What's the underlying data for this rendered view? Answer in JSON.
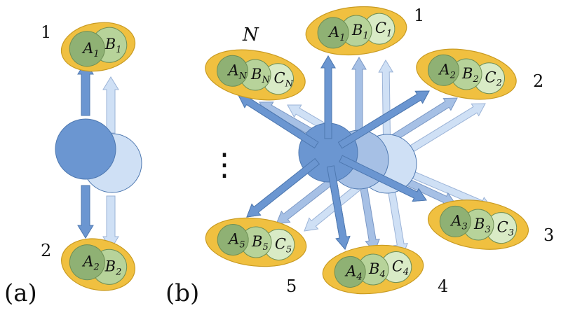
{
  "panels": [
    {
      "label": "(a)"
    },
    {
      "label": "(b)"
    }
  ],
  "panel_a": {
    "groups": [
      {
        "id": "1",
        "label": "1",
        "cells": [
          {
            "letter": "A",
            "sub": "1"
          },
          {
            "letter": "B",
            "sub": "1"
          }
        ]
      },
      {
        "id": "2",
        "label": "2",
        "cells": [
          {
            "letter": "A",
            "sub": "2"
          },
          {
            "letter": "B",
            "sub": "2"
          }
        ]
      }
    ]
  },
  "panel_b": {
    "groups": [
      {
        "id": "1",
        "label": "1",
        "cells": [
          {
            "letter": "A",
            "sub": "1"
          },
          {
            "letter": "B",
            "sub": "1"
          },
          {
            "letter": "C",
            "sub": "1"
          }
        ]
      },
      {
        "id": "2",
        "label": "2",
        "cells": [
          {
            "letter": "A",
            "sub": "2"
          },
          {
            "letter": "B",
            "sub": "2"
          },
          {
            "letter": "C",
            "sub": "2"
          }
        ]
      },
      {
        "id": "3",
        "label": "3",
        "cells": [
          {
            "letter": "A",
            "sub": "3"
          },
          {
            "letter": "B",
            "sub": "3"
          },
          {
            "letter": "C",
            "sub": "3"
          }
        ]
      },
      {
        "id": "4",
        "label": "4",
        "cells": [
          {
            "letter": "A",
            "sub": "4"
          },
          {
            "letter": "B",
            "sub": "4"
          },
          {
            "letter": "C",
            "sub": "4"
          }
        ]
      },
      {
        "id": "5",
        "label": "5",
        "cells": [
          {
            "letter": "A",
            "sub": "5"
          },
          {
            "letter": "B",
            "sub": "5"
          },
          {
            "letter": "C",
            "sub": "5"
          }
        ]
      },
      {
        "id": "N",
        "label": "N",
        "cells": [
          {
            "letter": "A",
            "sub": "N"
          },
          {
            "letter": "B",
            "sub": "N"
          },
          {
            "letter": "C",
            "sub": "N"
          }
        ]
      }
    ],
    "ellipsis": "⋮"
  },
  "colors": {
    "ellipse_fill": "#f0c040",
    "ellipse_stroke": "#c99b22",
    "cell_fills": [
      "#8fb174",
      "#b7d39a",
      "#d9ebc6"
    ],
    "cell_stroke": "#6e8f55",
    "source_fills": [
      "#6b96d1",
      "#a6c0e5",
      "#cfe0f5"
    ],
    "source_stroke": "#4e78b0",
    "arrow_fills": [
      "#6b96d1",
      "#a6c0e5",
      "#cfe0f5"
    ],
    "arrow_strokes": [
      "#4e78b0",
      "#7b98c5",
      "#9bb3d7"
    ]
  }
}
